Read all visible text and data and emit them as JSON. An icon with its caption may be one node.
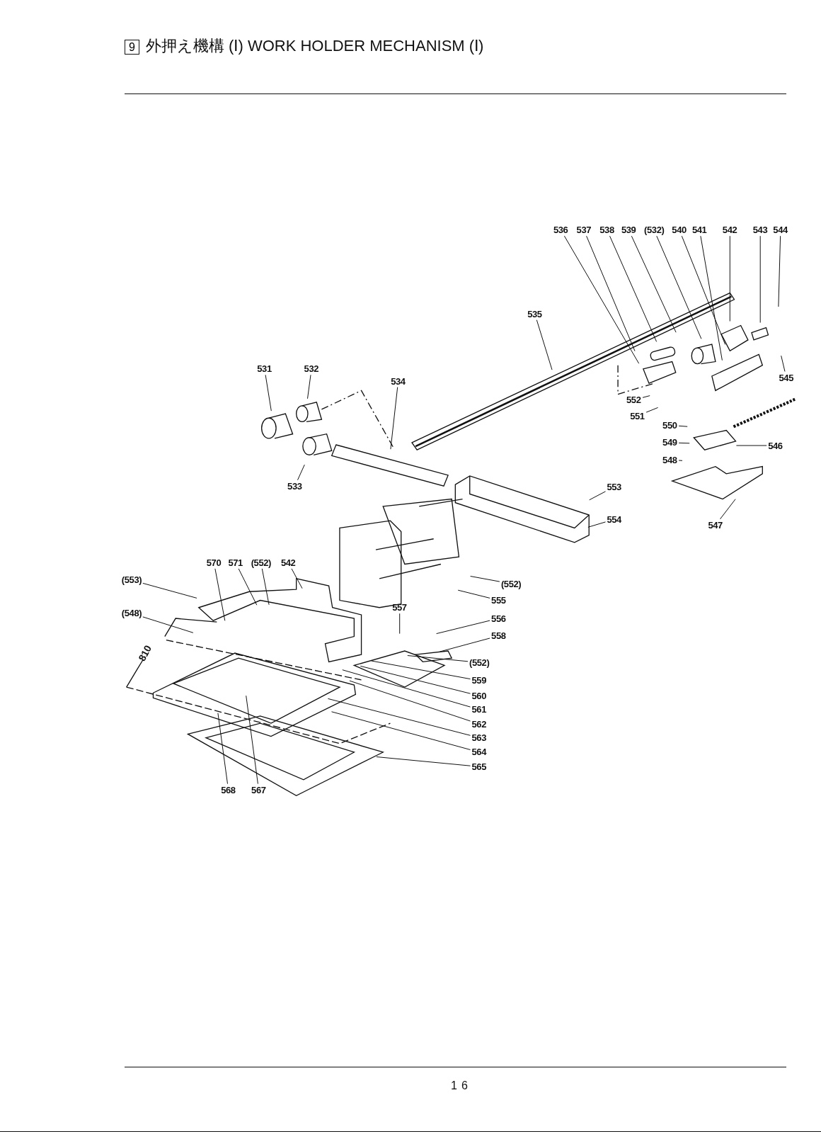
{
  "diagram": {
    "title": "外押え機構 (Ⅰ) WORK HOLDER MECHANISM (Ⅰ)",
    "nodes": [
      {
        "text": [
          "536"
        ]
      },
      {
        "text": [
          "537"
        ]
      },
      {
        "text": [
          "538"
        ]
      },
      {
        "text": [
          "539"
        ]
      },
      {
        "text": [
          "(532)"
        ]
      },
      {
        "text": [
          "540"
        ]
      },
      {
        "text": [
          "541"
        ]
      },
      {
        "text": [
          "542"
        ]
      },
      {
        "text": [
          "543"
        ]
      },
      {
        "text": [
          "544"
        ]
      },
      {
        "text": [
          "535"
        ]
      },
      {
        "text": [
          "531"
        ]
      },
      {
        "text": [
          "532"
        ]
      },
      {
        "text": [
          "534"
        ]
      },
      {
        "text": [
          "545"
        ]
      },
      {
        "text": [
          "552"
        ]
      },
      {
        "text": [
          "551"
        ]
      },
      {
        "text": [
          "550"
        ]
      },
      {
        "text": [
          "549"
        ]
      },
      {
        "text": [
          "546"
        ]
      },
      {
        "text": [
          "548"
        ]
      },
      {
        "text": [
          "533"
        ]
      },
      {
        "text": [
          "553"
        ]
      },
      {
        "text": [
          "554"
        ]
      },
      {
        "text": [
          "547"
        ]
      },
      {
        "text": [
          "570"
        ]
      },
      {
        "text": [
          "571"
        ]
      },
      {
        "text": [
          "(552)"
        ]
      },
      {
        "text": [
          "542"
        ]
      },
      {
        "text": [
          "(553)"
        ]
      },
      {
        "text": [
          "(552)"
        ]
      },
      {
        "text": [
          "555"
        ]
      },
      {
        "text": [
          "557"
        ]
      },
      {
        "text": [
          "556"
        ]
      },
      {
        "text": [
          "(548)"
        ]
      },
      {
        "text": [
          "558"
        ]
      },
      {
        "text": [
          "(552)"
        ]
      },
      {
        "text": [
          "559"
        ]
      },
      {
        "text": [
          "560"
        ]
      },
      {
        "text": [
          "561"
        ]
      },
      {
        "text": [
          "562"
        ]
      },
      {
        "text": [
          "563"
        ]
      },
      {
        "text": [
          "564"
        ]
      },
      {
        "text": [
          "565"
        ]
      },
      {
        "text": [
          "568"
        ]
      },
      {
        "text": [
          "567"
        ]
      }
    ],
    "edges": [
      {
        "from": 0,
        "to": null,
        "arrow": "none"
      },
      {
        "from": 1,
        "to": null,
        "arrow": "none"
      },
      {
        "from": 2,
        "to": null,
        "arrow": "none"
      },
      {
        "from": 3,
        "to": null,
        "arrow": "none"
      },
      {
        "from": 4,
        "to": null,
        "arrow": "none"
      },
      {
        "from": 5,
        "to": null,
        "arrow": "none"
      },
      {
        "from": 6,
        "to": null,
        "arrow": "none"
      },
      {
        "from": 7,
        "to": null,
        "arrow": "none"
      },
      {
        "from": 8,
        "to": null,
        "arrow": "none"
      },
      {
        "from": 9,
        "to": null,
        "arrow": "none"
      },
      {
        "from": 10,
        "to": null,
        "arrow": "none"
      },
      {
        "from": 11,
        "to": null,
        "arrow": "none"
      },
      {
        "from": 12,
        "to": null,
        "arrow": "none"
      },
      {
        "from": 13,
        "to": null,
        "arrow": "none"
      },
      {
        "from": 14,
        "to": null,
        "arrow": "none"
      },
      {
        "from": 15,
        "to": null,
        "arrow": "none"
      },
      {
        "from": 16,
        "to": null,
        "arrow": "none"
      },
      {
        "from": 17,
        "to": null,
        "arrow": "none"
      },
      {
        "from": 18,
        "to": null,
        "arrow": "none"
      },
      {
        "from": 19,
        "to": null,
        "arrow": "none"
      },
      {
        "from": 20,
        "to": null,
        "arrow": "none"
      },
      {
        "from": 21,
        "to": null,
        "arrow": "none"
      },
      {
        "from": 22,
        "to": null,
        "arrow": "none"
      },
      {
        "from": 23,
        "to": null,
        "arrow": "none"
      },
      {
        "from": 24,
        "to": null,
        "arrow": "none"
      },
      {
        "from": 25,
        "to": null,
        "arrow": "none"
      },
      {
        "from": 26,
        "to": null,
        "arrow": "none"
      },
      {
        "from": 27,
        "to": null,
        "arrow": "none"
      },
      {
        "from": 28,
        "to": null,
        "arrow": "none"
      },
      {
        "from": 29,
        "to": null,
        "arrow": "none"
      },
      {
        "from": 30,
        "to": null,
        "arrow": "none"
      },
      {
        "from": 31,
        "to": null,
        "arrow": "none"
      },
      {
        "from": 32,
        "to": null,
        "arrow": "none"
      },
      {
        "from": 33,
        "to": null,
        "arrow": "none"
      },
      {
        "from": 34,
        "to": null,
        "arrow": "none"
      },
      {
        "from": 35,
        "to": null,
        "arrow": "none"
      },
      {
        "from": 36,
        "to": null,
        "arrow": "none"
      },
      {
        "from": 37,
        "to": null,
        "arrow": "none"
      },
      {
        "from": 38,
        "to": null,
        "arrow": "none"
      },
      {
        "from": 39,
        "to": null,
        "arrow": "none"
      },
      {
        "from": 40,
        "to": null,
        "arrow": "none"
      },
      {
        "from": 41,
        "to": null,
        "arrow": "none"
      },
      {
        "from": 42,
        "to": null,
        "arrow": "none"
      },
      {
        "from": 43,
        "to": null,
        "arrow": "none"
      },
      {
        "from": 44,
        "to": null,
        "arrow": "none"
      },
      {
        "from": 45,
        "to": null,
        "arrow": "none"
      }
    ],
    "labels": [
      "9",
      "810",
      "16"
    ]
  }
}
